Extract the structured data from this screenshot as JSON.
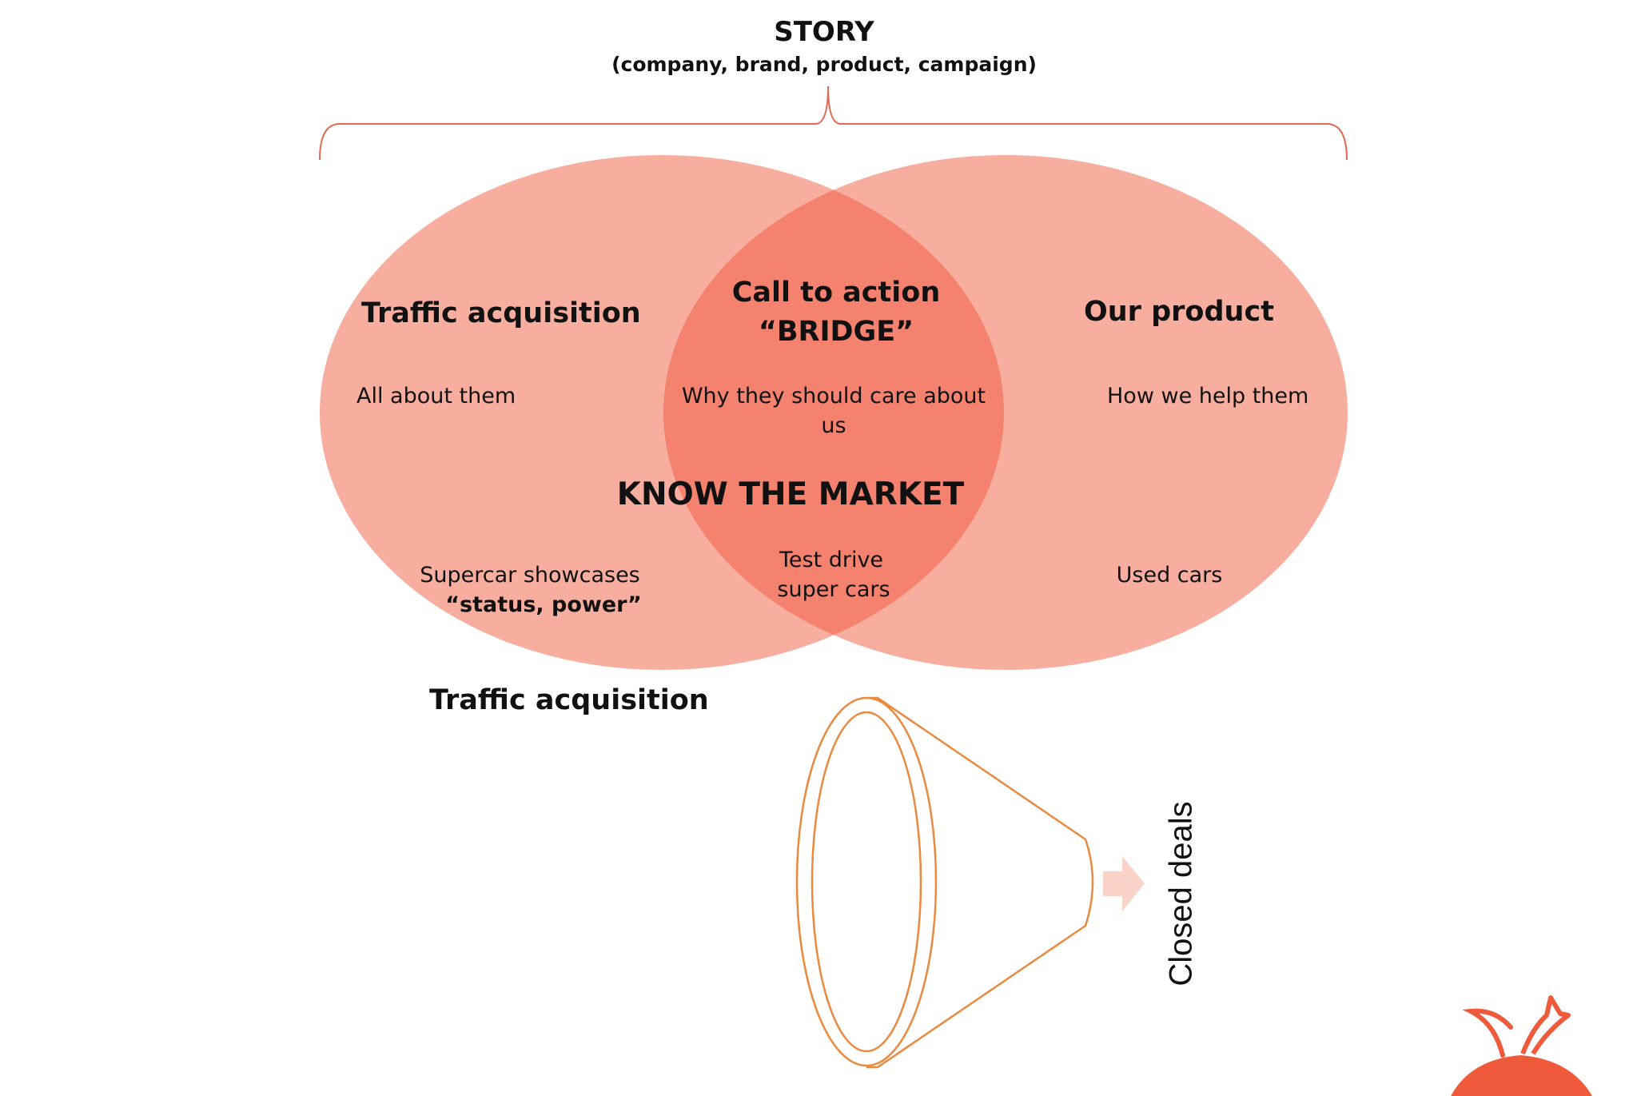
{
  "header": {
    "title": "STORY",
    "subtitle": "(company, brand, product, campaign)"
  },
  "venn": {
    "left": {
      "heading": "Traffic acquisition",
      "line1": "All about them",
      "example_line1": "Supercar showcases",
      "example_line2": "“status, power”"
    },
    "center": {
      "heading_line1": "Call to action",
      "heading_line2": "“BRIDGE”",
      "line1": "Why they should care about",
      "line2": "us",
      "market": "KNOW THE MARKET",
      "example_line1": "Test drive",
      "example_line2": "super cars"
    },
    "right": {
      "heading": "Our product",
      "line1": "How we help them",
      "example": "Used cars"
    }
  },
  "funnel": {
    "label": "Traffic acquisition",
    "output_label": "Closed deals"
  },
  "colors": {
    "circle": "#f8ae9e",
    "overlap": "#f5826e",
    "funnel_stroke": "#e98a3e",
    "arrow": "#fad3c8",
    "brace": "#e26a55",
    "logo": "#ef5a3a"
  },
  "icons": {
    "logo": "fruit-logo-icon",
    "arrow": "arrow-right-icon"
  }
}
